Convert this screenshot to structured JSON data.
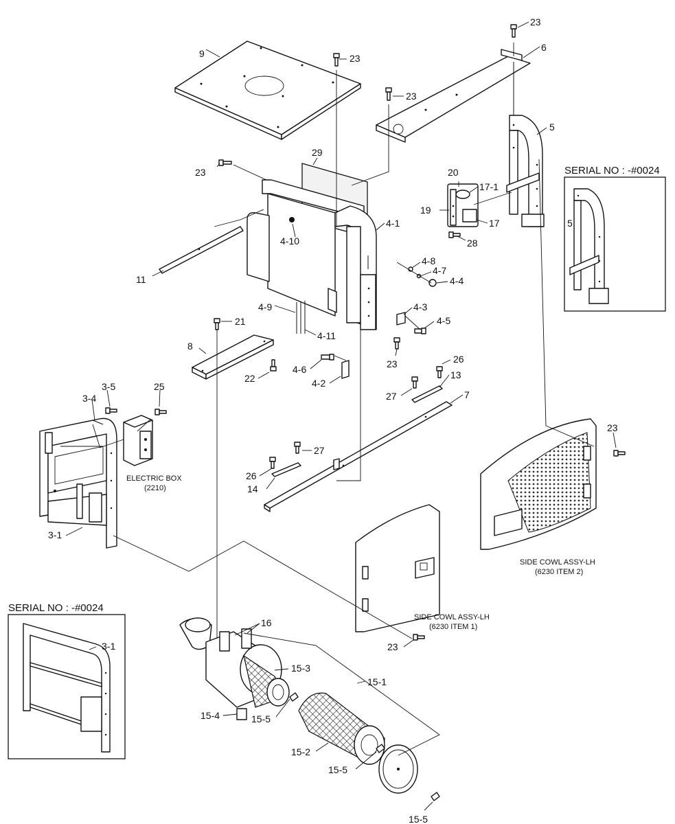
{
  "callouts": {
    "c23a": "23",
    "c23b": "23",
    "c23c": "23",
    "c23d": "23",
    "c23e": "23",
    "c23f": "23",
    "c23g": "23",
    "c6": "6",
    "c9": "9",
    "c5": "5",
    "c5box": "5",
    "c29": "29",
    "c20": "20",
    "c17_1": "17-1",
    "c19": "19",
    "c17": "17",
    "c28": "28",
    "c4_1": "4-1",
    "c4_10": "4-10",
    "c11": "11",
    "c4_8": "4-8",
    "c4_7": "4-7",
    "c4_4": "4-4",
    "c4_3": "4-3",
    "c4_5": "4-5",
    "c4_9": "4-9",
    "c4_11": "4-11",
    "c21": "21",
    "c8": "8",
    "c22": "22",
    "c4_6": "4-6",
    "c4_2": "4-2",
    "c26a": "26",
    "c26b": "26",
    "c13": "13",
    "c27a": "27",
    "c27b": "27",
    "c7": "7",
    "c3_5": "3-5",
    "c3_4": "3-4",
    "c25": "25",
    "c14": "14",
    "c3_1": "3-1",
    "c3_1box": "3-1",
    "c16": "16",
    "c15_3": "15-3",
    "c15_1": "15-1",
    "c15_4": "15-4",
    "c15_5a": "15-5",
    "c15_2": "15-2",
    "c15_5b": "15-5",
    "c15_5c": "15-5"
  },
  "notes": {
    "electric_box": "ELECTRIC BOX",
    "electric_box_ref": "(2210)",
    "side_cowl_right": "SIDE COWL ASSY-LH",
    "side_cowl_right_ref": "(6230 ITEM 2)",
    "side_cowl_center": "SIDE COWL ASSY-LH",
    "side_cowl_center_ref": "(6230 ITEM 1)"
  },
  "detail_boxes": {
    "right_title": "SERIAL NO : -#0024",
    "left_title": "SERIAL NO : -#0024"
  }
}
